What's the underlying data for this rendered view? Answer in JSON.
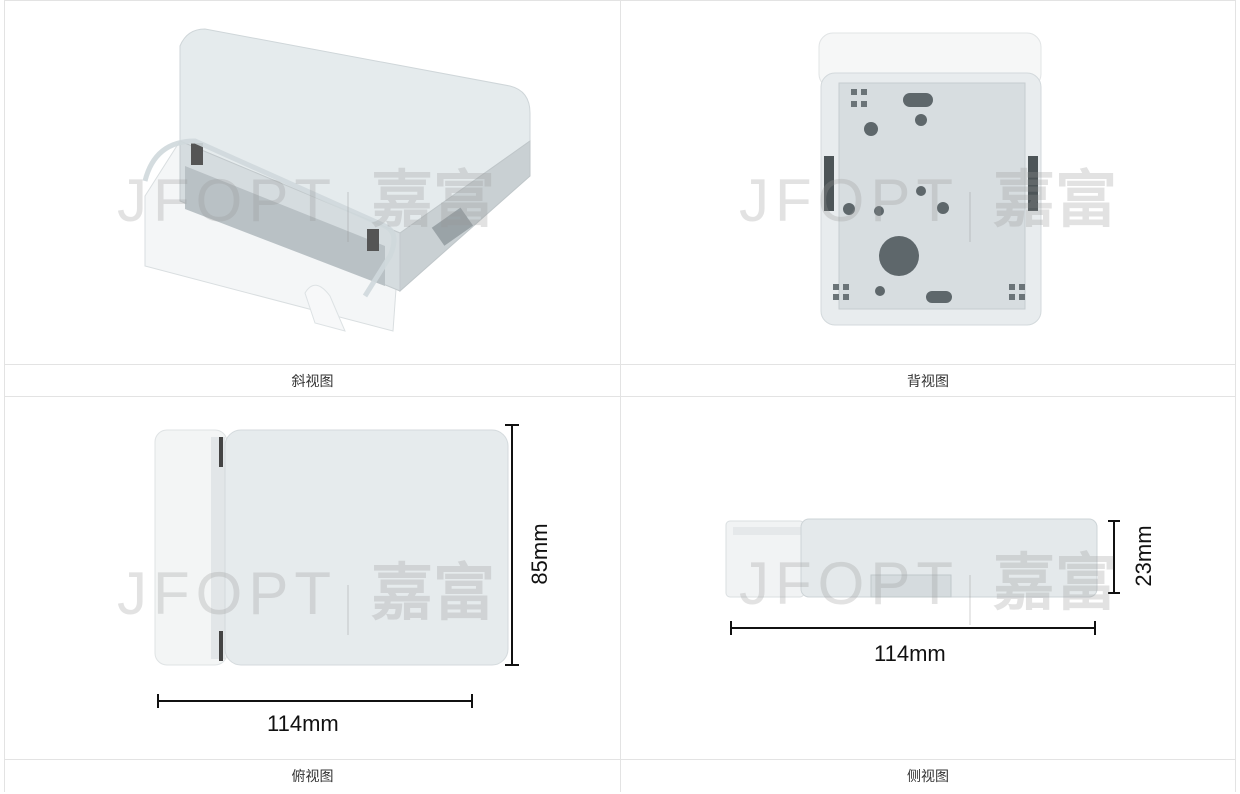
{
  "views": [
    {
      "caption": "斜视图"
    },
    {
      "caption": "背视图"
    },
    {
      "caption": "俯视图"
    },
    {
      "caption": "侧视图"
    }
  ],
  "watermark": {
    "en": "JFOPT",
    "cn": "嘉富"
  },
  "dimensions": {
    "top_width": "114mm",
    "top_height": "85mm",
    "side_width": "114mm",
    "side_height": "23mm"
  }
}
